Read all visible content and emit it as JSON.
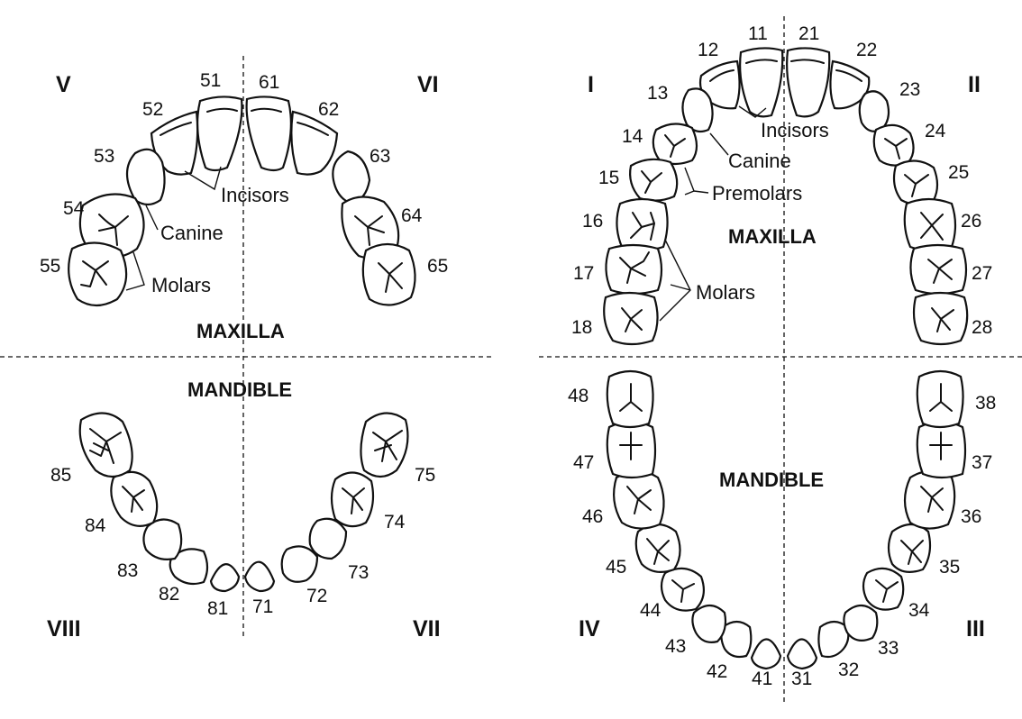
{
  "primary": {
    "quadrants": {
      "q5": "V",
      "q6": "VI",
      "q7": "VII",
      "q8": "VIII"
    },
    "maxilla_label": "MAXILLA",
    "mandible_label": "MANDIBLE",
    "labels": {
      "incisors": "Incisors",
      "canine": "Canine",
      "molars": "Molars"
    },
    "teeth": {
      "t51": "51",
      "t52": "52",
      "t53": "53",
      "t54": "54",
      "t55": "55",
      "t61": "61",
      "t62": "62",
      "t63": "63",
      "t64": "64",
      "t65": "65",
      "t71": "71",
      "t72": "72",
      "t73": "73",
      "t74": "74",
      "t75": "75",
      "t81": "81",
      "t82": "82",
      "t83": "83",
      "t84": "84",
      "t85": "85"
    }
  },
  "permanent": {
    "quadrants": {
      "q1": "I",
      "q2": "II",
      "q3": "III",
      "q4": "IV"
    },
    "maxilla_label": "MAXILLA",
    "mandible_label": "MANDIBLE",
    "labels": {
      "incisors": "Incisors",
      "canine": "Canine",
      "premolars": "Premolars",
      "molars": "Molars"
    },
    "teeth": {
      "t11": "11",
      "t12": "12",
      "t13": "13",
      "t14": "14",
      "t15": "15",
      "t16": "16",
      "t17": "17",
      "t18": "18",
      "t21": "21",
      "t22": "22",
      "t23": "23",
      "t24": "24",
      "t25": "25",
      "t26": "26",
      "t27": "27",
      "t28": "28",
      "t31": "31",
      "t32": "32",
      "t33": "33",
      "t34": "34",
      "t35": "35",
      "t36": "36",
      "t37": "37",
      "t38": "38",
      "t41": "41",
      "t42": "42",
      "t43": "43",
      "t44": "44",
      "t45": "45",
      "t46": "46",
      "t47": "47",
      "t48": "48"
    }
  }
}
